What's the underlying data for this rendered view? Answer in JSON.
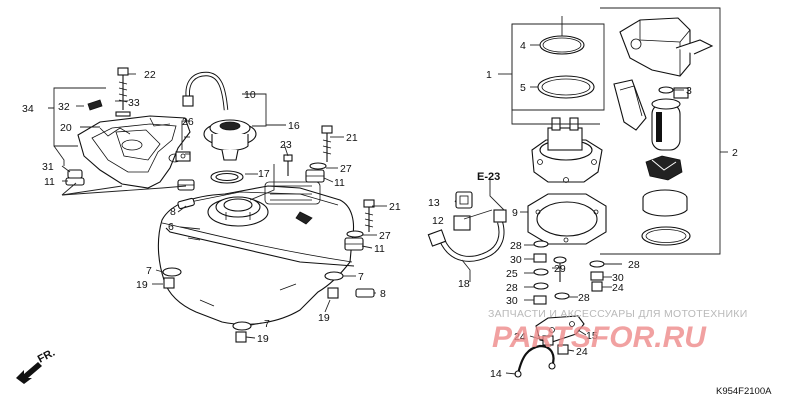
{
  "parts": [
    {
      "id": "p1",
      "label": "1"
    },
    {
      "id": "p2",
      "label": "2"
    },
    {
      "id": "p3",
      "label": "3"
    },
    {
      "id": "p4",
      "label": "4"
    },
    {
      "id": "p5",
      "label": "5"
    },
    {
      "id": "p6",
      "label": "6"
    },
    {
      "id": "p7a",
      "label": "7"
    },
    {
      "id": "p7b",
      "label": "7"
    },
    {
      "id": "p7c",
      "label": "7"
    },
    {
      "id": "p8a",
      "label": "8"
    },
    {
      "id": "p8b",
      "label": "8"
    },
    {
      "id": "p9",
      "label": "9"
    },
    {
      "id": "p10",
      "label": "10"
    },
    {
      "id": "p11a",
      "label": "11"
    },
    {
      "id": "p11b",
      "label": "11"
    },
    {
      "id": "p11c",
      "label": "11"
    },
    {
      "id": "p12",
      "label": "12"
    },
    {
      "id": "p13",
      "label": "13"
    },
    {
      "id": "p14",
      "label": "14"
    },
    {
      "id": "p15",
      "label": "15"
    },
    {
      "id": "p16",
      "label": "16"
    },
    {
      "id": "p17",
      "label": "17"
    },
    {
      "id": "p18",
      "label": "18"
    },
    {
      "id": "p19a",
      "label": "19"
    },
    {
      "id": "p19b",
      "label": "19"
    },
    {
      "id": "p19c",
      "label": "19"
    },
    {
      "id": "p20",
      "label": "20"
    },
    {
      "id": "p21a",
      "label": "21"
    },
    {
      "id": "p21b",
      "label": "21"
    },
    {
      "id": "p22",
      "label": "22"
    },
    {
      "id": "p23",
      "label": "23"
    },
    {
      "id": "p24a",
      "label": "24"
    },
    {
      "id": "p24b",
      "label": "24"
    },
    {
      "id": "p24c",
      "label": "24"
    },
    {
      "id": "p25",
      "label": "25"
    },
    {
      "id": "p26",
      "label": "26"
    },
    {
      "id": "p27a",
      "label": "27"
    },
    {
      "id": "p27b",
      "label": "27"
    },
    {
      "id": "p28a",
      "label": "28"
    },
    {
      "id": "p28b",
      "label": "28"
    },
    {
      "id": "p28c",
      "label": "28"
    },
    {
      "id": "p28d",
      "label": "28"
    },
    {
      "id": "p29",
      "label": "29"
    },
    {
      "id": "p30a",
      "label": "30"
    },
    {
      "id": "p30b",
      "label": "30"
    },
    {
      "id": "p30c",
      "label": "30"
    },
    {
      "id": "p31",
      "label": "31"
    },
    {
      "id": "p32",
      "label": "32"
    },
    {
      "id": "p33",
      "label": "33"
    },
    {
      "id": "p34",
      "label": "34"
    }
  ],
  "reference": "E-23",
  "direction_label": "FR.",
  "diagram_code": "K954F2100A",
  "watermark": {
    "caption": "ЗАПЧАСТИ И АКСЕССУАРЫ ДЛЯ МОТОТЕХНИКИ",
    "logo": "PARTSFOR.RU"
  },
  "colors": {
    "line": "#111111",
    "watermark_logo": "#ee8a8a",
    "watermark_caption": "#b9b9b9",
    "tank_stipple": "#b4b4b4"
  },
  "icons": [
    "front-direction-arrow-icon"
  ]
}
